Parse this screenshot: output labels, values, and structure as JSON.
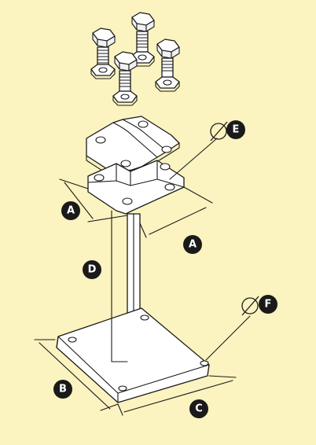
{
  "labels": {
    "a_left": "A",
    "a_right": "A",
    "b": "B",
    "c": "C",
    "d": "D",
    "e": "E",
    "f": "F"
  },
  "icons": {
    "diameter": "diameter-icon",
    "bolt": "hex-bolt-icon",
    "nut": "hex-nut-icon"
  },
  "colors": {
    "background": "#fbf3c0",
    "line": "#1a1a1a",
    "part_fill": "#ffffff"
  }
}
